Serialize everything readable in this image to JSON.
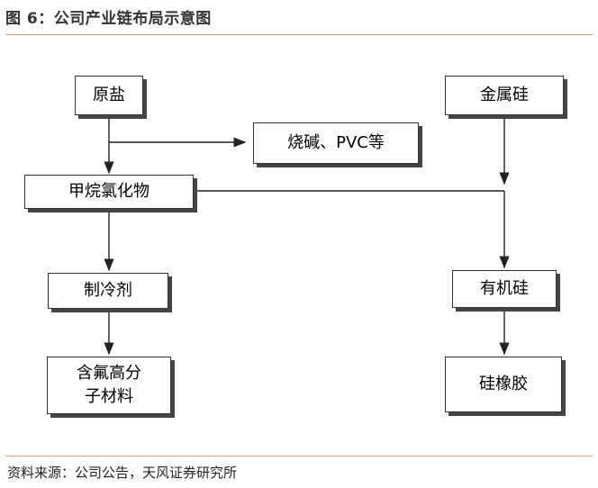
{
  "header": {
    "title": "图 6：公司产业链布局示意图"
  },
  "nodes": {
    "raw_salt": "原盐",
    "caustic_pvc": "烧碱、PVC等",
    "methyl_chloride": "甲烷氯化物",
    "refrigerant": "制冷剂",
    "fluoropolymer": "含氟高分子材料",
    "silicon_metal": "金属硅",
    "organosilicon": "有机硅",
    "silicone_rubber": "硅橡胶"
  },
  "footer": {
    "source": "资料来源：公司公告，天风证券研究所"
  }
}
